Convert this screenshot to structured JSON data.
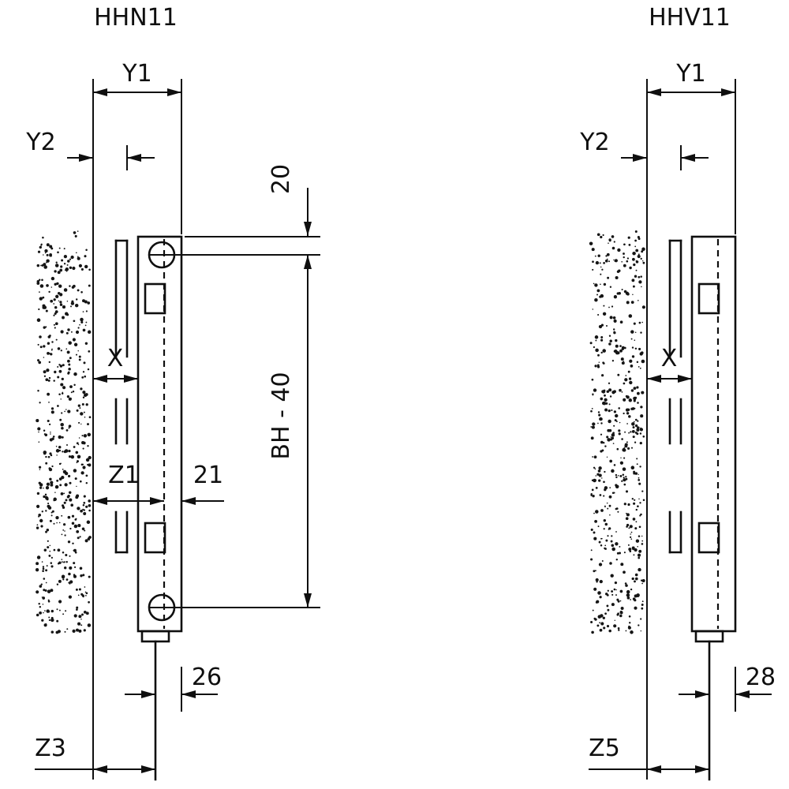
{
  "left": {
    "title": "HHN11",
    "dim_y1": "Y1",
    "dim_y2": "Y2",
    "dim_top": "20",
    "dim_x": "X",
    "dim_z1": "Z1",
    "dim_21": "21",
    "dim_bh": "BH - 40",
    "dim_26": "26",
    "dim_z3": "Z3"
  },
  "right": {
    "title": "HHV11",
    "dim_y1": "Y1",
    "dim_y2": "Y2",
    "dim_x": "X",
    "dim_28": "28",
    "dim_z5": "Z5"
  },
  "colors": {
    "line": "#0f0f0f",
    "background": "#ffffff"
  }
}
